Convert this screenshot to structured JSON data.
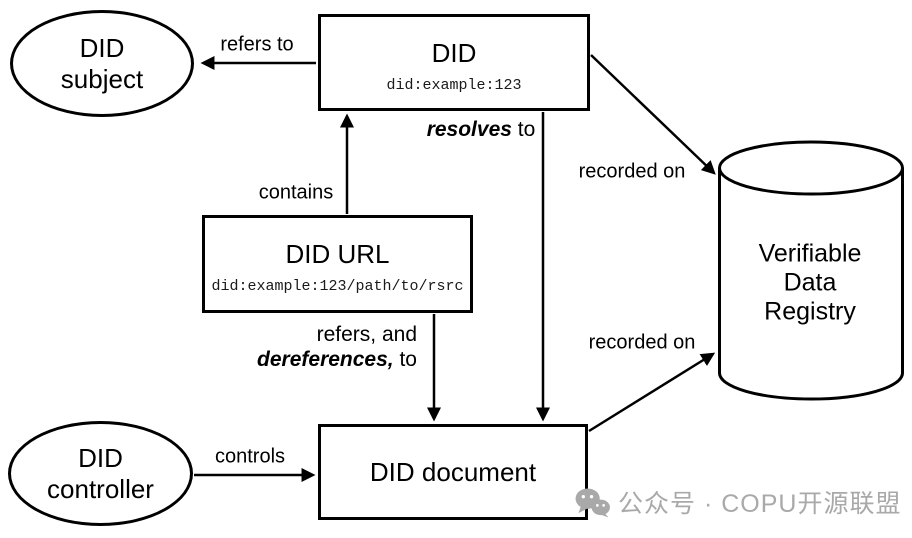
{
  "colors": {
    "stroke": "#000000",
    "background": "#ffffff",
    "text": "#000000",
    "watermark": "#a9a9a9"
  },
  "nodes": {
    "did_subject": {
      "line1": "DID",
      "line2": "subject"
    },
    "did": {
      "title": "DID",
      "code": "did:example:123"
    },
    "did_url": {
      "title": "DID URL",
      "code": "did:example:123/path/to/rsrc"
    },
    "did_controller": {
      "line1": "DID",
      "line2": "controller"
    },
    "did_document": {
      "title": "DID document"
    },
    "verifiable_data_registry": {
      "line1": "Verifiable",
      "line2": "Data",
      "line3": "Registry"
    }
  },
  "edges": {
    "refers_to": "refers to",
    "contains": "contains",
    "resolves_word": "resolves",
    "resolves_rest": " to",
    "recorded_on_top": "recorded on",
    "refers_and_line1": "refers, and",
    "dereferences_word": "dereferences,",
    "dereferences_rest": " to",
    "recorded_on_bottom": "recorded on",
    "controls": "controls"
  },
  "watermark": {
    "icon": "wechat-icon",
    "text": "公众号 · COPU开源联盟"
  }
}
